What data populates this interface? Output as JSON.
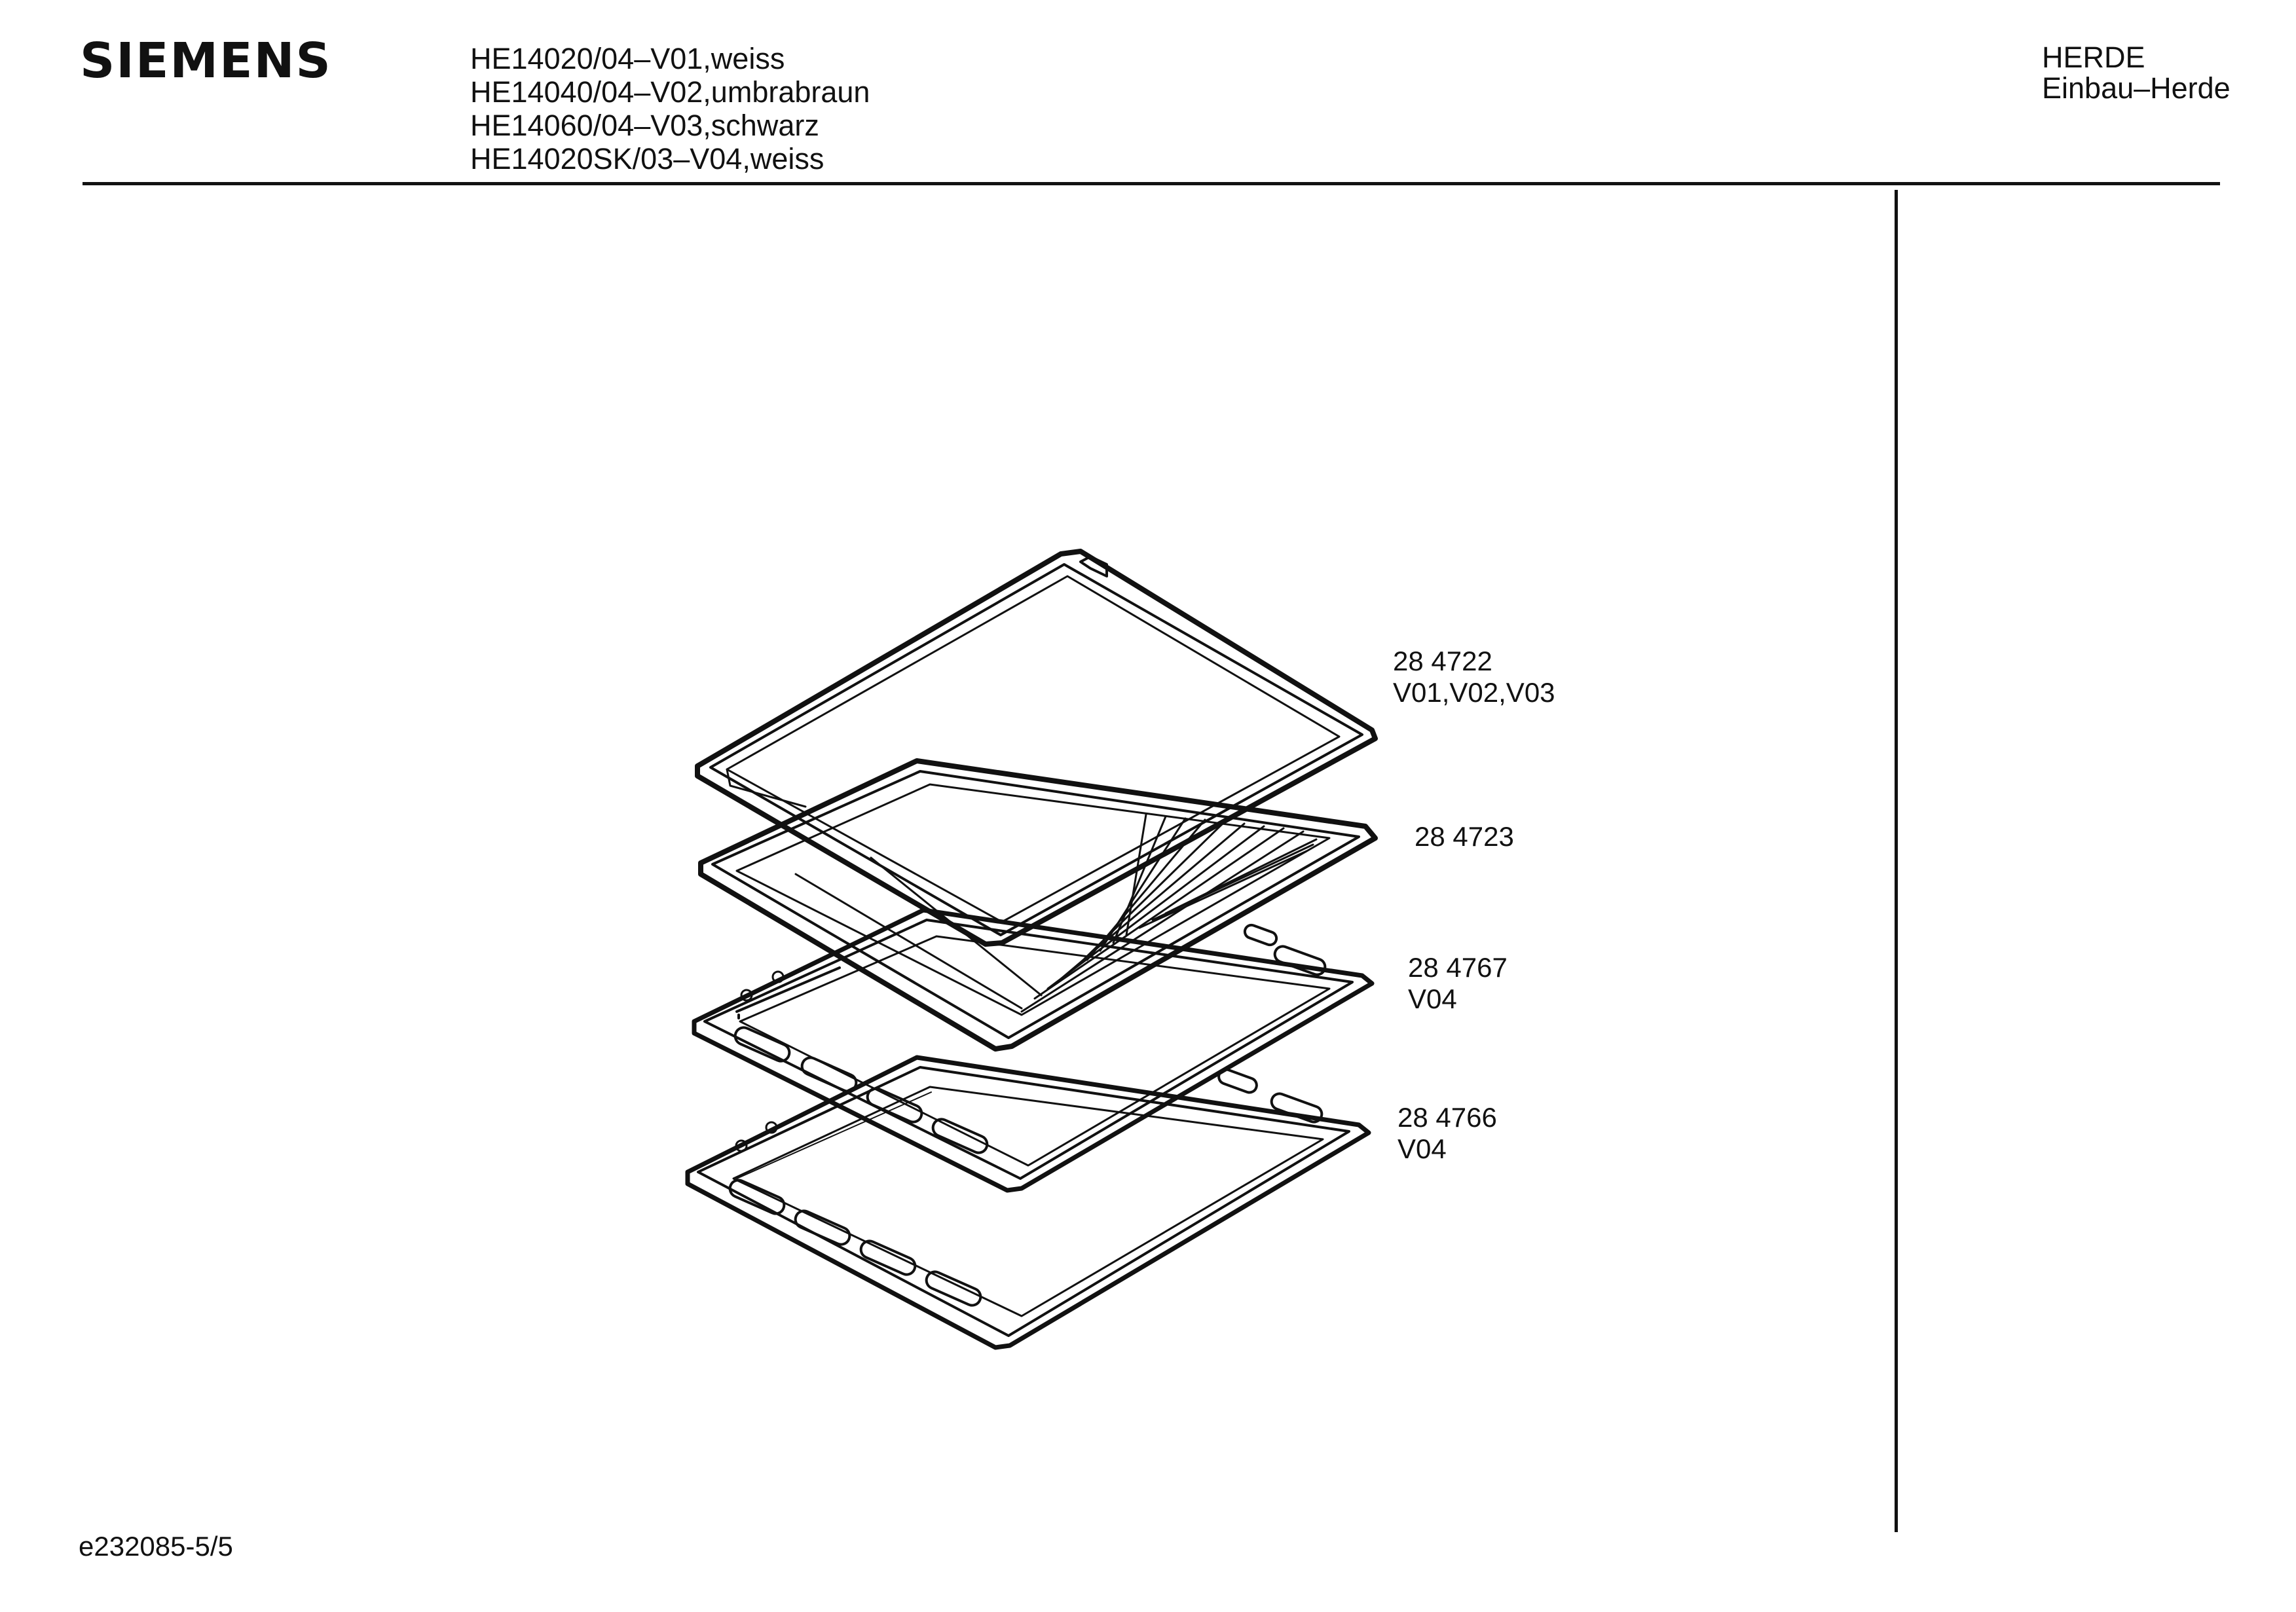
{
  "header": {
    "brand": "SIEMENS",
    "models": [
      "HE14020/04–V01,weiss",
      "HE14040/04–V02,umbrabraun",
      "HE14060/04–V03,schwarz",
      "HE14020SK/03–V04,weiss"
    ],
    "category_line1": "HERDE",
    "category_line2": "Einbau–Herde"
  },
  "parts": [
    {
      "number": "28 4722",
      "variants": "V01,V02,V03"
    },
    {
      "number": "28 4723",
      "variants": ""
    },
    {
      "number": "28 4767",
      "variants": "V04"
    },
    {
      "number": "28 4766",
      "variants": "V04"
    }
  ],
  "footer": {
    "doc_id": "e232085-5/5"
  },
  "colors": {
    "ink": "#111111",
    "paper": "#ffffff"
  }
}
